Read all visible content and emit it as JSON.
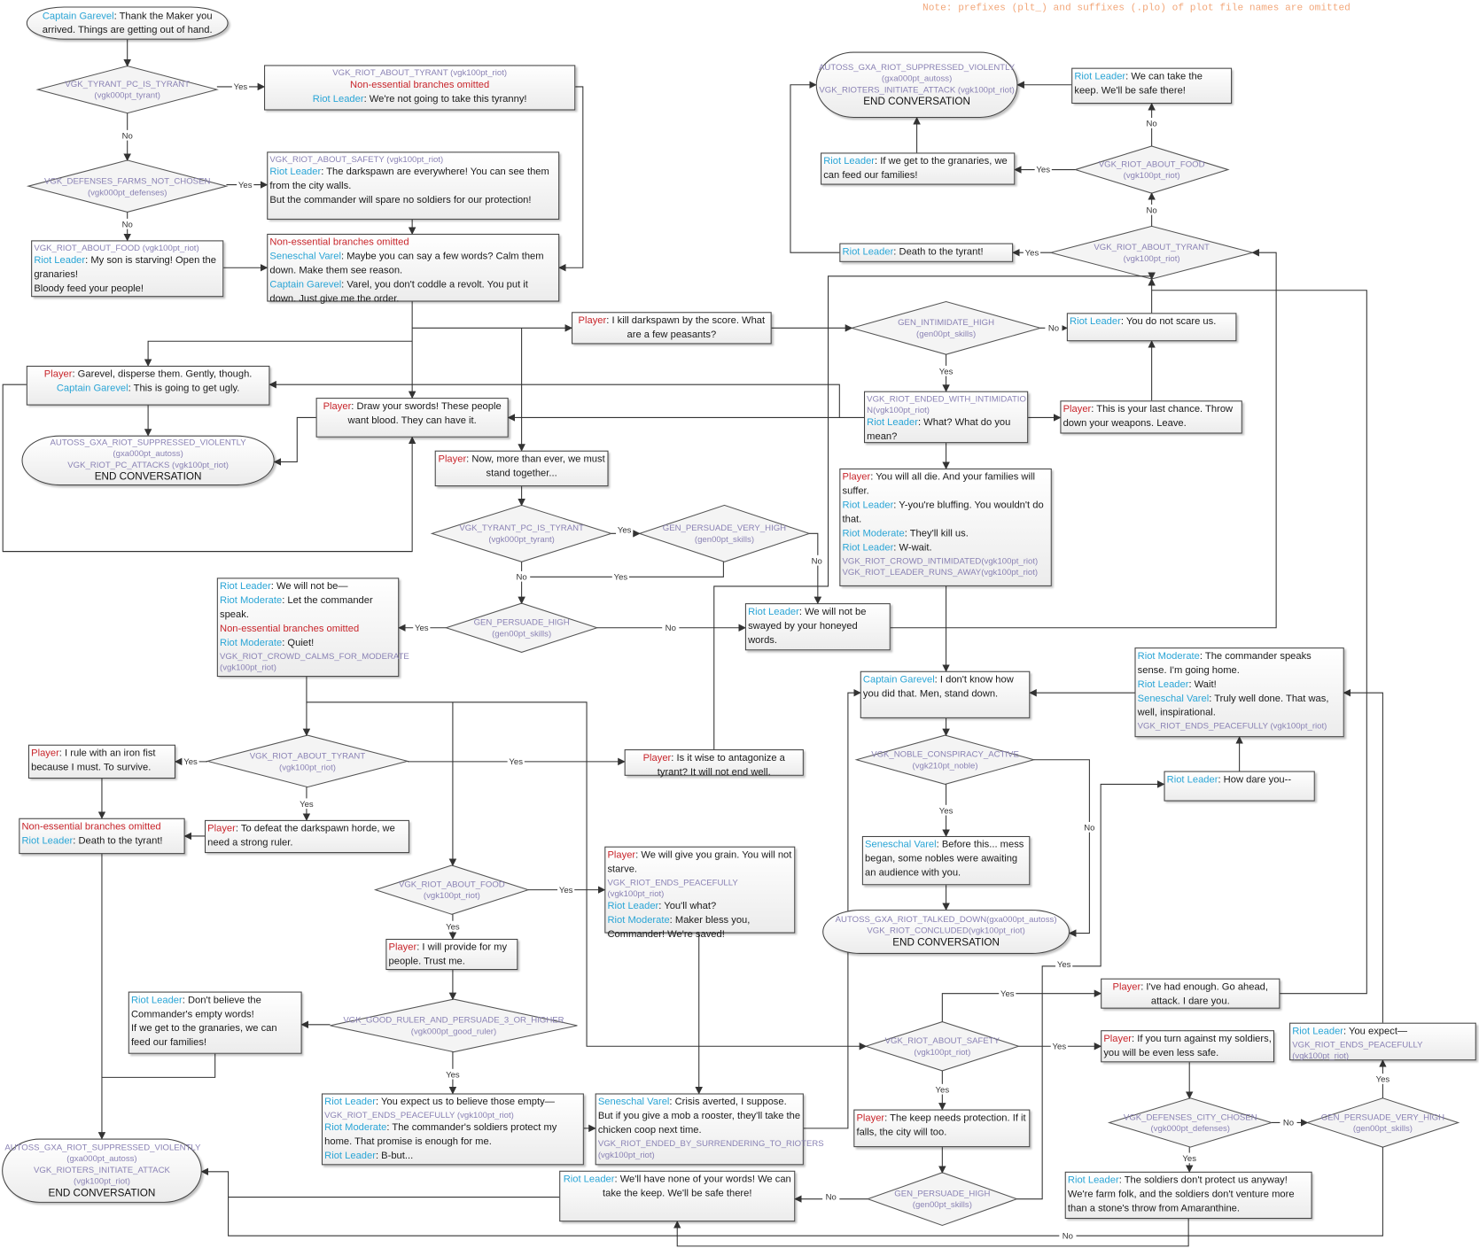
{
  "note": "Note: prefixes (plt_) and suffixes (.plo) of plot file names are omitted",
  "colors": {
    "player": "#c8252b",
    "npc": "#2aa5d6",
    "code": "#8a82b4",
    "omitted": "#c8252b"
  },
  "nodes": {
    "n1": {
      "lines": [
        {
          "speaker": "Captain Garevel",
          "text": ": Thank the Maker you arrived. Things are getting out of hand."
        }
      ]
    },
    "d1": {
      "lines": [
        {
          "code": "VGK_TYRANT_PC_IS_TYRANT"
        },
        {
          "code": "(vgk000pt_tyrant)"
        }
      ]
    },
    "b2": {
      "lines": [
        {
          "code": "VGK_RIOT_ABOUT_TYRANT (vgk100pt_riot)"
        },
        {
          "omit": "Non-essential branches omitted"
        },
        {
          "speaker": "Riot Leader",
          "text": ": We're not going to take this tyranny!"
        }
      ]
    },
    "d2": {
      "lines": [
        {
          "code": "VGK_DEFENSES_FARMS_NOT_CHOSEN"
        },
        {
          "code": "(vgk000pt_defenses)"
        }
      ]
    },
    "b3": {
      "lines": [
        {
          "code": "VGK_RIOT_ABOUT_SAFETY (vgk100pt_riot)"
        },
        {
          "speaker": "Riot Leader",
          "text": ": The darkspawn are everywhere! You can see them from the city walls."
        },
        {
          "text": "But the commander will spare no soldiers for our protection!"
        }
      ]
    },
    "b4": {
      "lines": [
        {
          "code": "VGK_RIOT_ABOUT_FOOD (vgk100pt_riot)"
        },
        {
          "speaker": "Riot Leader",
          "text": ": My son is starving! Open the granaries!"
        },
        {
          "text": "Bloody feed your people!"
        }
      ]
    },
    "b5": {
      "lines": [
        {
          "omit": "Non-essential branches omitted"
        },
        {
          "speaker": "Seneschal Varel",
          "text": ": Maybe you can say a few words? Calm them down. Make them see reason."
        },
        {
          "speaker": "Captain Garevel",
          "text": ": Varel, you don't coddle a revolt. You put it down. Just give me the order."
        }
      ]
    },
    "b6": {
      "lines": [
        {
          "player": "Player",
          "text": ": I kill darkspawn by the score. What are a few peasants?"
        }
      ]
    },
    "b7": {
      "lines": [
        {
          "player": "Player",
          "text": ": Garevel, disperse them. Gently, though."
        },
        {
          "speaker": "Captain Garevel",
          "text": ": This is going to get ugly."
        }
      ]
    },
    "b8": {
      "lines": [
        {
          "player": "Player",
          "text": ": Draw your swords! These people want blood. They can have it."
        }
      ]
    },
    "t2": {
      "lines": [
        {
          "code": "AUTOSS_GXA_RIOT_SUPPRESSED_VIOLENTLY"
        },
        {
          "code": "(gxa000pt_autoss)"
        },
        {
          "code": "VGK_RIOT_PC_ATTACKS (vgk100pt_riot)"
        },
        {
          "end": "END CONVERSATION"
        }
      ]
    },
    "b9": {
      "lines": [
        {
          "player": "Player",
          "text": ": Now, more than ever, we must stand together..."
        }
      ]
    },
    "d3": {
      "lines": [
        {
          "code": "VGK_TYRANT_PC_IS_TYRANT"
        },
        {
          "code": "(vgk000pt_tyrant)"
        }
      ]
    },
    "d4": {
      "lines": [
        {
          "code": "GEN_PERSUADE_VERY_HIGH"
        },
        {
          "code": "(gen00pt_skills)"
        }
      ]
    },
    "d5": {
      "lines": [
        {
          "code": "GEN_PERSUADE_HIGH"
        },
        {
          "code": "(gen00pt_skills)"
        }
      ]
    },
    "b10": {
      "lines": [
        {
          "speaker": "Riot Leader",
          "text": ": We will not be—"
        },
        {
          "speaker": "Riot Moderate",
          "text": ": Let the commander speak."
        },
        {
          "omit": "Non-essential branches omitted"
        },
        {
          "speaker": "Riot Moderate",
          "text": ": Quiet!"
        },
        {
          "code": "VGK_RIOT_CROWD_CALMS_FOR_MODERATE (vgk100pt_riot)"
        }
      ]
    },
    "b11": {
      "lines": [
        {
          "speaker": "Riot Leader",
          "text": ": We will not be swayed by your honeyed words."
        }
      ]
    },
    "t3": {
      "lines": [
        {
          "code": "AUTOSS_GXA_RIOT_SUPPRESSED_VIOLENTLY"
        },
        {
          "code": "(gxa000pt_autoss)"
        },
        {
          "code": "VGK_RIOTERS_INITIATE_ATTACK (vgk100pt_riot)"
        },
        {
          "end": "END CONVERSATION"
        }
      ]
    },
    "b12": {
      "lines": [
        {
          "speaker": "Riot Leader",
          "text": ": We can take the keep. We'll be safe there!"
        }
      ]
    },
    "b13": {
      "lines": [
        {
          "speaker": "Riot Leader",
          "text": ": If we get to the granaries, we can feed our families!"
        }
      ]
    },
    "d6": {
      "lines": [
        {
          "code": "VGK_RIOT_ABOUT_FOOD"
        },
        {
          "code": "(vgk100pt_riot)"
        }
      ]
    },
    "b14": {
      "lines": [
        {
          "speaker": "Riot Leader",
          "text": ": Death to the tyrant!"
        }
      ]
    },
    "d7": {
      "lines": [
        {
          "code": "VGK_RIOT_ABOUT_TYRANT"
        },
        {
          "code": "(vgk100pt_riot)"
        }
      ]
    },
    "d8": {
      "lines": [
        {
          "code": "GEN_INTIMIDATE_HIGH"
        },
        {
          "code": "(gen00pt_skills)"
        }
      ]
    },
    "b15": {
      "lines": [
        {
          "speaker": "Riot Leader",
          "text": ": You do not scare us."
        }
      ]
    },
    "b16": {
      "lines": [
        {
          "code": "VGK_RIOT_ENDED_WITH_INTIMIDATIO N(vgk100pt_riot)"
        },
        {
          "speaker": "Riot Leader",
          "text": ": What? What do you mean?"
        }
      ]
    },
    "b17": {
      "lines": [
        {
          "player": "Player",
          "text": ": This is your last chance. Throw down your weapons. Leave."
        }
      ]
    },
    "b18": {
      "lines": [
        {
          "player": "Player",
          "text": ": You will all die. And your families will suffer."
        },
        {
          "speaker": "Riot Leader",
          "text": ": Y-you're bluffing. You wouldn't do that."
        },
        {
          "speaker": "Riot Moderate",
          "text": ": They'll kill us."
        },
        {
          "speaker": "Riot Leader",
          "text": ": W-wait."
        },
        {
          "code": "VGK_RIOT_CROWD_INTIMIDATED(vgk100pt_riot)"
        },
        {
          "code": "VGK_RIOT_LEADER_RUNS_AWAY(vgk100pt_riot)"
        }
      ]
    },
    "b19": {
      "lines": [
        {
          "speaker": "Riot Moderate",
          "text": ": The commander speaks sense. I'm going home."
        },
        {
          "speaker": "Riot Leader",
          "text": ": Wait!"
        },
        {
          "speaker": "Seneschal Varel",
          "text": ": Truly well done. That was, well, inspirational."
        },
        {
          "code": "VGK_RIOT_ENDS_PEACEFULLY  (vgk100pt_riot)"
        }
      ]
    },
    "b20": {
      "lines": [
        {
          "speaker": "Captain Garevel",
          "text": ": I don't know how you did that. Men, stand down."
        }
      ]
    },
    "d9": {
      "lines": [
        {
          "code": "VGK_NOBLE_CONSPIRACY_ACTIVE"
        },
        {
          "code": "(vgk210pt_noble)"
        }
      ]
    },
    "b21": {
      "lines": [
        {
          "speaker": "Riot Leader",
          "text": ": How dare you--"
        }
      ]
    },
    "b22": {
      "lines": [
        {
          "speaker": "Seneschal Varel",
          "text": ": Before this... mess began, some nobles were awaiting an audience with you."
        }
      ]
    },
    "t4": {
      "lines": [
        {
          "code": "AUTOSS_GXA_RIOT_TALKED_DOWN(gxa000pt_autoss)"
        },
        {
          "code": "VGK_RIOT_CONCLUDED(vgk100pt_riot)"
        },
        {
          "end": "END CONVERSATION"
        }
      ]
    },
    "b23": {
      "lines": [
        {
          "player": "Player",
          "text": ": I rule with an iron fist because I must. To survive."
        }
      ]
    },
    "d10": {
      "lines": [
        {
          "code": "VGK_RIOT_ABOUT_TYRANT"
        },
        {
          "code": "(vgk100pt_riot)"
        }
      ]
    },
    "b24": {
      "lines": [
        {
          "player": "Player",
          "text": ": Is it wise to antagonize a tyrant? It will not end well."
        }
      ]
    },
    "b25": {
      "lines": [
        {
          "omit": "Non-essential branches omitted"
        },
        {
          "speaker": "Riot Leader",
          "text": ": Death to the tyrant!"
        }
      ]
    },
    "b26": {
      "lines": [
        {
          "player": "Player",
          "text": ": To defeat the darkspawn horde, we need a strong ruler."
        }
      ]
    },
    "d11": {
      "lines": [
        {
          "code": "VGK_RIOT_ABOUT_FOOD"
        },
        {
          "code": "(vgk100pt_riot)"
        }
      ]
    },
    "b27": {
      "lines": [
        {
          "player": "Player",
          "text": ": We will give you grain. You will not starve."
        },
        {
          "code": "VGK_RIOT_ENDS_PEACEFULLY  (vgk100pt_riot)"
        },
        {
          "speaker": "Riot Leader",
          "text": ": You'll what?"
        },
        {
          "speaker": "Riot Moderate",
          "text": ": Maker bless you, Commander! We're saved!"
        }
      ]
    },
    "b28": {
      "lines": [
        {
          "player": "Player",
          "text": ": I will provide for my people. Trust me."
        }
      ]
    },
    "b29": {
      "lines": [
        {
          "speaker": "Riot Leader",
          "text": ": Don't believe the Commander's empty words!"
        },
        {
          "text": "If we get to the granaries, we can feed our families!"
        }
      ]
    },
    "d12": {
      "lines": [
        {
          "code": "VGK_GOOD_RULER_AND_PERSUADE_3_OR_HIGHER"
        },
        {
          "code": "(vgk000pt_good_ruler)"
        }
      ]
    },
    "t5": {
      "lines": [
        {
          "code": "AUTOSS_GXA_RIOT_SUPPRESSED_VIOLENTLY"
        },
        {
          "code": "(gxa000pt_autoss)"
        },
        {
          "code": "VGK_RIOTERS_INITIATE_ATTACK (vgk100pt_riot)"
        },
        {
          "end": "END CONVERSATION"
        }
      ]
    },
    "b30": {
      "lines": [
        {
          "speaker": "Riot Leader",
          "text": ": You expect us to believe those empty—"
        },
        {
          "code": "VGK_RIOT_ENDS_PEACEFULLY  (vgk100pt_riot)"
        },
        {
          "speaker": "Riot Moderate",
          "text": ": The commander's soldiers protect my home. That promise is enough for me."
        },
        {
          "speaker": "Riot Leader",
          "text": ": B-but..."
        }
      ]
    },
    "b31": {
      "lines": [
        {
          "speaker": "Seneschal Varel",
          "text": ": Crisis averted, I suppose. But if you give a mob a rooster, they'll take the chicken coop next time."
        },
        {
          "code": "VGK_RIOT_ENDED_BY_SURRENDERING_TO_RIOTERS (vgk100pt_riot)"
        }
      ]
    },
    "b32": {
      "lines": [
        {
          "speaker": "Riot Leader",
          "text": ": We'll have none of your words! We can take the keep. We'll be safe there!"
        }
      ]
    },
    "b33": {
      "lines": [
        {
          "player": "Player",
          "text": ": I've had enough. Go ahead, attack. I dare you."
        }
      ]
    },
    "d13": {
      "lines": [
        {
          "code": "VGK_RIOT_ABOUT_SAFETY"
        },
        {
          "code": "(vgk100pt_riot)"
        }
      ]
    },
    "b34": {
      "lines": [
        {
          "player": "Player",
          "text": ": If you turn against my soldiers, you will be even less safe."
        }
      ]
    },
    "b35": {
      "lines": [
        {
          "speaker": "Riot Leader",
          "text": ": You expect—"
        },
        {
          "code": "VGK_RIOT_ENDS_PEACEFULLY  (vgk100pt_riot)"
        }
      ]
    },
    "b36": {
      "lines": [
        {
          "player": "Player",
          "text": ": The keep needs protection. If it falls, the city will too."
        }
      ]
    },
    "d14": {
      "lines": [
        {
          "code": "VGK_DEFENSES_CITY_CHOSEN"
        },
        {
          "code": "(vgk000pt_defenses)"
        }
      ]
    },
    "d15": {
      "lines": [
        {
          "code": "GEN_PERSUADE_VERY_HIGH"
        },
        {
          "code": "(gen00pt_skills)"
        }
      ]
    },
    "d16": {
      "lines": [
        {
          "code": "GEN_PERSUADE_HIGH"
        },
        {
          "code": "(gen00pt_skills)"
        }
      ]
    },
    "b37": {
      "lines": [
        {
          "speaker": "Riot Leader",
          "text": ": The soldiers don't protect us anyway! We're farm folk, and the soldiers don't venture more than a stone's throw from Amaranthine."
        }
      ]
    }
  },
  "edge_labels": [
    "Yes",
    "No",
    "Yes",
    "No",
    "Yes",
    "No",
    "Yes",
    "No",
    "Yes",
    "No",
    "Yes",
    "No",
    "Yes",
    "No",
    "No",
    "Yes",
    "Yes",
    "No",
    "Yes",
    "Yes",
    "Yes",
    "Yes",
    "Yes",
    "Yes",
    "No",
    "Yes",
    "Yes",
    "Yes",
    "Yes",
    "No",
    "Yes",
    "Yes",
    "No"
  ]
}
